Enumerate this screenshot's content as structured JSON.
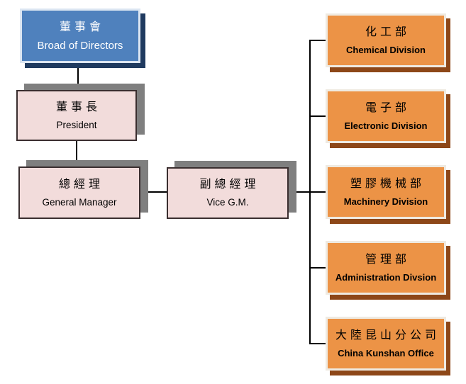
{
  "colors": {
    "board_fill": "#4f81bd",
    "board_border": "#dce6f2",
    "board_shadow": "#1f3a5f",
    "executive_fill": "#f2dcdb",
    "executive_border": "#3a2e2f",
    "executive_shadow": "#7f7f7f",
    "division_fill": "#ec9346",
    "division_border": "#efeae1",
    "division_shadow": "#8d4718",
    "connector": "#000000",
    "background": "#ffffff"
  },
  "org_chart": {
    "board": {
      "zh": "董事會",
      "en": "Broad of Directors"
    },
    "executives": [
      {
        "zh": "董事長",
        "en": "President"
      },
      {
        "zh": "總經理",
        "en": "General Manager"
      },
      {
        "zh": "副總經理",
        "en": "Vice G.M."
      }
    ],
    "divisions": [
      {
        "zh": "化工部",
        "en": "Chemical Division"
      },
      {
        "zh": "電子部",
        "en": "Electronic Division"
      },
      {
        "zh": "塑膠機械部",
        "en": "Machinery Division"
      },
      {
        "zh": "管理部",
        "en": "Administration Divsion"
      },
      {
        "zh": "大陸昆山分公司",
        "en": "China Kunshan Office"
      }
    ]
  }
}
